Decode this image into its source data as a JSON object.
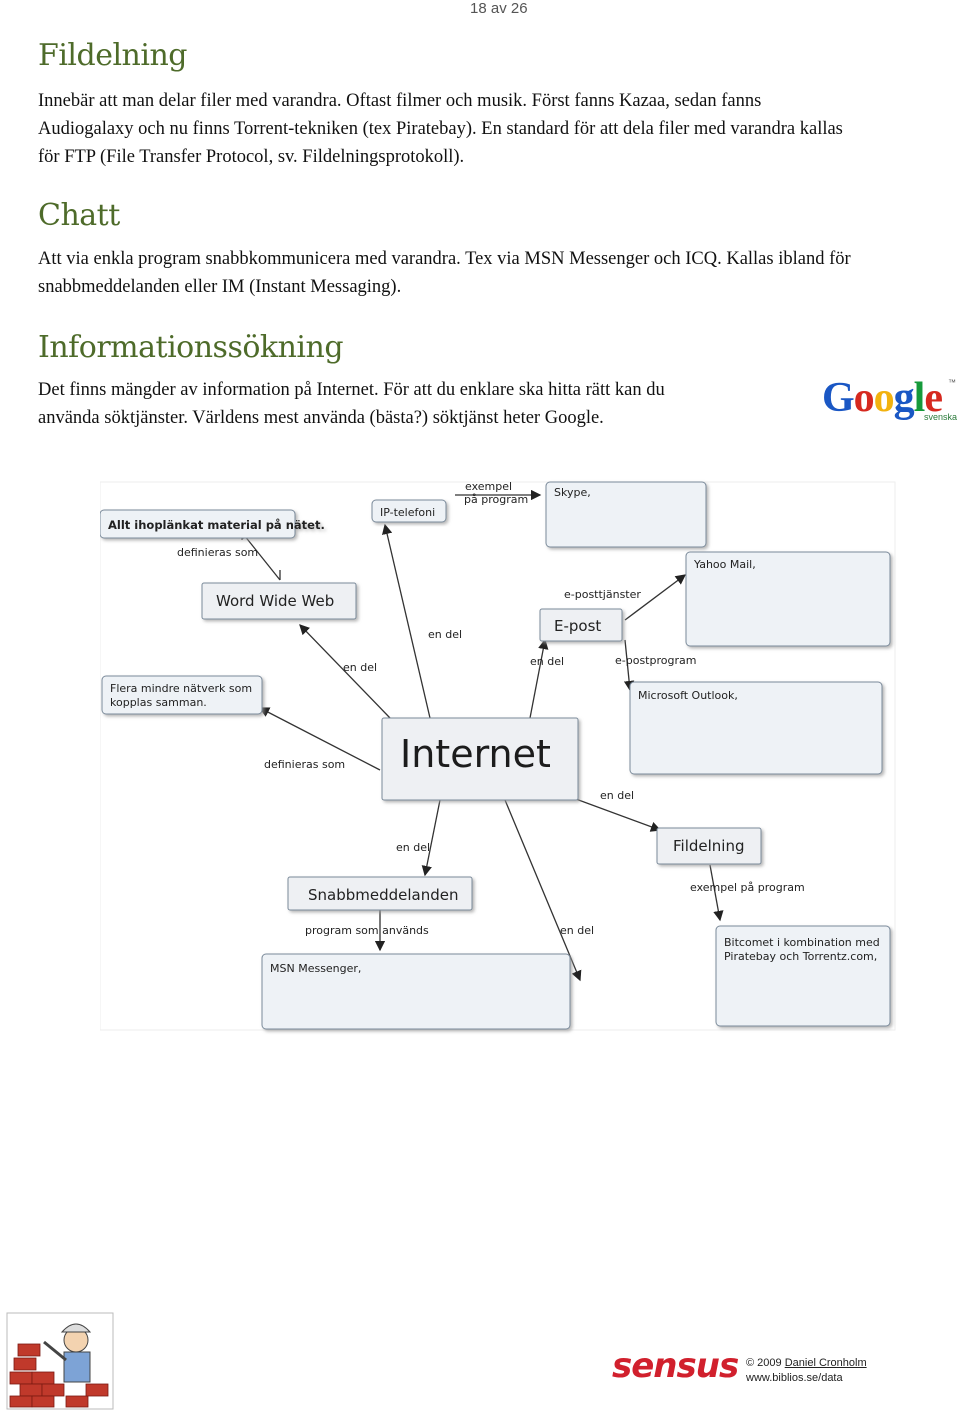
{
  "page": {
    "number_label": "18 av 26"
  },
  "sections": [
    {
      "heading": "Fildelning",
      "lines": [
        "Innebär att man delar filer med varandra. Oftast filmer och musik. Först fanns Kazaa, sedan fanns",
        "Audiogalaxy och nu finns Torrent-tekniken (tex Piratebay). En standard för att dela filer med varandra kallas",
        "för FTP (File Transfer Protocol, sv. Fildelningsprotokoll)."
      ]
    },
    {
      "heading": "Chatt",
      "lines": [
        "Att via enkla program snabbkommunicera med varandra. Tex via MSN Messenger och ICQ. Kallas ibland för",
        "snabbmeddelanden eller IM (Instant Messaging)."
      ]
    },
    {
      "heading": "Informationssökning",
      "lines": [
        "Det finns mängder av information på Internet. För att du enklare ska hitta rätt kan du",
        "använda söktjänster. Världens mest använda (bästa?) söktjänst heter Google."
      ]
    }
  ],
  "google_logo": {
    "letters": [
      "G",
      "o",
      "o",
      "g",
      "l",
      "e"
    ],
    "colors": [
      "#1a57c4",
      "#d6291f",
      "#f2b20f",
      "#1a57c4",
      "#169a3b",
      "#d6291f"
    ],
    "sub": "svenska",
    "tm": "™"
  },
  "concept_map": {
    "center": "Internet",
    "boxes": {
      "allt": "Allt ihoplänkat material på nätet.",
      "www": "Word Wide Web",
      "flera_1": "Flera mindre nätverk som",
      "flera_2": "kopplas samman.",
      "ip": "IP-telefoni",
      "skype": "Skype,",
      "yahoo": "Yahoo Mail,",
      "epost": "E-post",
      "outlook": "Microsoft Outlook,",
      "fildelning": "Fildelning",
      "bitcomet_1": "Bitcomet i kombination med",
      "bitcomet_2": "Piratebay och Torrentz.com,",
      "snabb": "Snabbmeddelanden",
      "msn": "MSN Messenger,"
    },
    "links": {
      "definieras_top": "definieras som",
      "definieras_bottom": "definieras som",
      "exempel_1": "exempel",
      "exempel_2": "på program",
      "epostjanster": "e-posttjänster",
      "epostprogram": "e-postprogram",
      "endel_www": "en del",
      "endel_ip": "en del",
      "endel_epost": "en del",
      "endel_fil": "en del",
      "endel_snabb": "en del",
      "endel_bottom": "en del",
      "exempel_program": "exempel på program",
      "program_anvands": "program som används"
    }
  },
  "footer": {
    "logo": "sensus",
    "copyright": "© 2009",
    "author": "Daniel Cronholm",
    "url": "www.biblios.se/data"
  }
}
